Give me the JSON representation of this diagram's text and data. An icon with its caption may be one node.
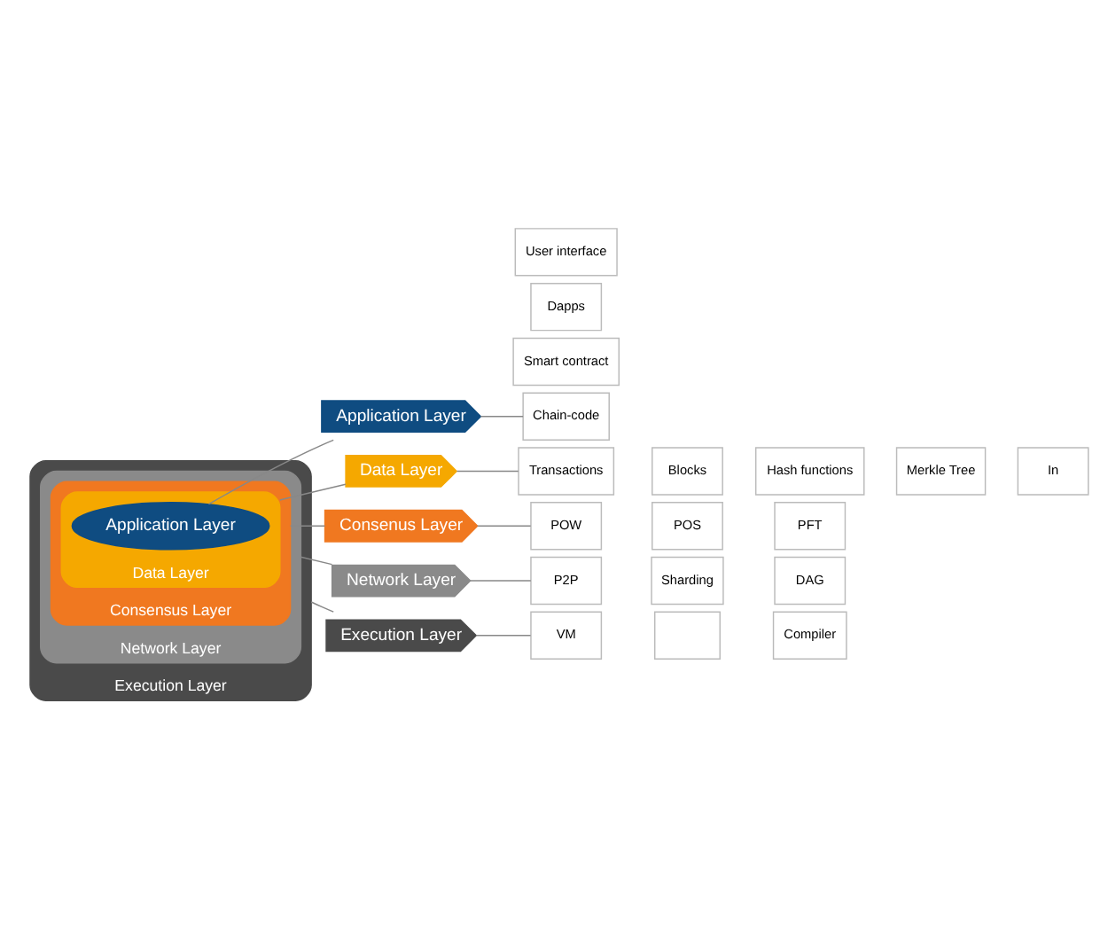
{
  "diagram": {
    "nodes": [
      {
        "text": [
          "Execution Layer"
        ]
      },
      {
        "text": [
          "Network Layer"
        ],
        "in": 0
      },
      {
        "text": [
          "Consensus Layer"
        ],
        "in": 1
      },
      {
        "text": [
          "Data Layer"
        ],
        "in": 2
      },
      {
        "text": [
          "Application Layer"
        ],
        "in": 3
      },
      {
        "text": [
          "Application Layer"
        ]
      },
      {
        "text": [
          "Data Layer"
        ]
      },
      {
        "text": [
          "Consenus Layer"
        ]
      },
      {
        "text": [
          "Network Layer"
        ]
      },
      {
        "text": [
          "Execution Layer"
        ]
      },
      {
        "text": [
          "Smart contract"
        ]
      },
      {
        "text": [
          "Chain-code"
        ]
      },
      {
        "text": [
          "Dapps"
        ]
      },
      {
        "text": [
          "User interface"
        ]
      },
      {
        "text": [
          "Transactions"
        ]
      },
      {
        "text": [
          "Blocks"
        ]
      },
      {
        "text": [
          "Hash functions"
        ]
      },
      {
        "text": [
          "Merkle Tree"
        ]
      },
      {
        "text": [
          "In"
        ]
      },
      {
        "text": [
          "POW"
        ]
      },
      {
        "text": [
          "POS"
        ]
      },
      {
        "text": [
          "PFT"
        ]
      },
      {
        "text": [
          "P2P"
        ]
      },
      {
        "text": [
          "Sharding"
        ]
      },
      {
        "text": [
          "DAG"
        ]
      },
      {
        "text": [
          "VM"
        ]
      },
      {
        "text": [],
        "shape": "box"
      },
      {
        "text": [
          "Compiler"
        ]
      }
    ],
    "edges": [
      {
        "from": 4,
        "to": 5,
        "arrow": "none"
      },
      {
        "from": 3,
        "to": 6,
        "arrow": "none"
      },
      {
        "from": 2,
        "to": 7,
        "arrow": "none"
      },
      {
        "from": 1,
        "to": 8,
        "arrow": "none"
      },
      {
        "from": 0,
        "to": 9,
        "arrow": "none"
      },
      {
        "from": 5,
        "to": 11,
        "arrow": "none"
      },
      {
        "from": 6,
        "to": 14,
        "arrow": "none"
      },
      {
        "from": 7,
        "to": 19,
        "arrow": "none"
      },
      {
        "from": 8,
        "to": 22,
        "arrow": "none"
      },
      {
        "from": 9,
        "to": 25,
        "arrow": "none"
      }
    ]
  }
}
